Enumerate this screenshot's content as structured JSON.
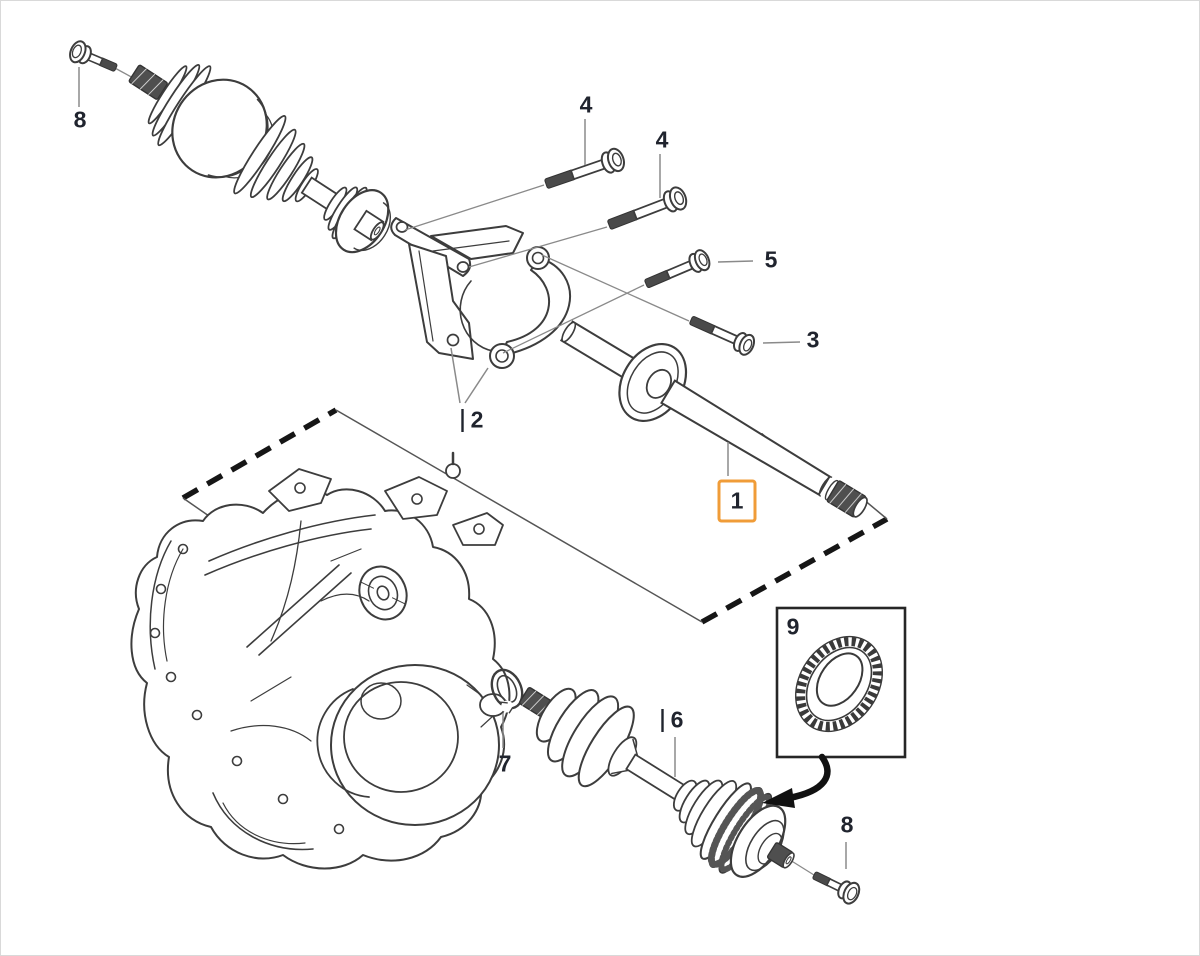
{
  "colors": {
    "bg": "#ffffff",
    "line": "#3d3d3d",
    "leader": "#8a8a8a",
    "dash": "#161616",
    "label": "#20242e",
    "highlight": "#f09c38",
    "inset": "#262626"
  },
  "callouts": {
    "bolt_top_left": "8",
    "bracket_bolt_a": "4",
    "bracket_bolt_b": "4",
    "clamp_bolt_upper": "5",
    "clamp_bolt_lower": "3",
    "bracket_assembly": "2",
    "intermediate_shaft": "1",
    "reluctor_ring_inset": "9",
    "snap_ring": "7",
    "drive_shaft_right": "6",
    "bolt_bottom_right": "8"
  }
}
